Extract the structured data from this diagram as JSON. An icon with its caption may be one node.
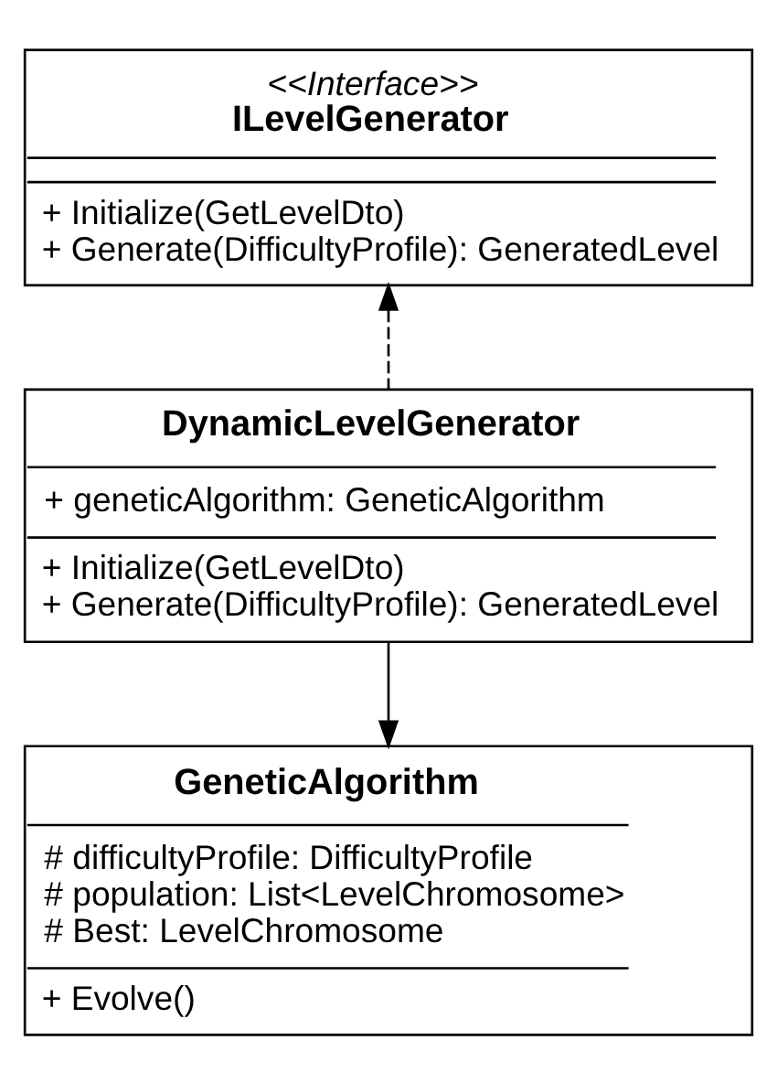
{
  "diagram": {
    "nodes": [
      {
        "text": [
          "<<Interface>>",
          "ILevelGenerator",
          "+ Initialize(GetLevelDto)",
          "+ Generate(DifficultyProfile): GeneratedLevel"
        ]
      },
      {
        "text": [
          "DynamicLevelGenerator",
          "+ geneticAlgorithm: GeneticAlgorithm",
          "+ Initialize(GetLevelDto)",
          "+ Generate(DifficultyProfile): GeneratedLevel"
        ]
      },
      {
        "text": [
          "GeneticAlgorithm",
          "# difficultyProfile: DifficultyProfile",
          "# population: List<LevelChromosome>",
          "# Best: LevelChromosome",
          "+ Evolve()"
        ]
      }
    ],
    "edges": [
      {
        "from": 1,
        "to": 0,
        "arrow": "to",
        "style": "dashed"
      },
      {
        "from": 1,
        "to": 2,
        "arrow": "to"
      }
    ]
  }
}
